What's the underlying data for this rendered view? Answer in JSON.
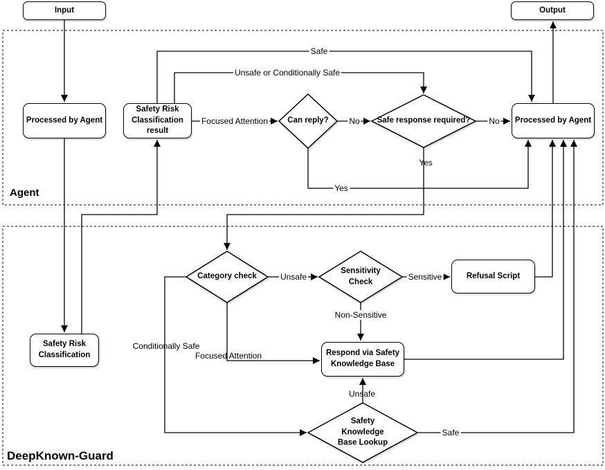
{
  "diagram": {
    "containers": {
      "agent": {
        "label": "Agent"
      },
      "guard": {
        "label": "DeepKnown-Guard"
      }
    },
    "nodes": {
      "input": {
        "label": "Input"
      },
      "output": {
        "label": "Output"
      },
      "pba_left": {
        "label": "Processed by Agent"
      },
      "src_result": {
        "label": "Safety Risk\nClassification result"
      },
      "pba_right": {
        "label": "Processed by Agent"
      },
      "src": {
        "label": "Safety Risk\nClassification"
      },
      "refusal": {
        "label": "Refusal Script"
      },
      "respond": {
        "label": "Respond via Safety\nKnowledge Base"
      },
      "can_reply": {
        "label": "Can reply?"
      },
      "safe_response": {
        "label": "Safe response required?"
      },
      "category": {
        "label": "Category check"
      },
      "sensitivity": {
        "label": "Sensitivity\nCheck"
      },
      "kb_lookup": {
        "label": "Safety\nKnowledge\nBase Lookup"
      }
    },
    "edge_labels": {
      "safe_top": "Safe",
      "unsafe_or_conditionally_safe": "Unsafe or Conditionally Safe",
      "focused_attention_top": "Focused Attention",
      "no_can_reply": "No",
      "no_safe_response": "No",
      "yes_can_reply": "Yes",
      "yes_safe_response": "Yes",
      "unsafe_category": "Unsafe",
      "sensitive": "Sensitive",
      "non_sensitive": "Non-Sensitive",
      "conditionally_safe": "Conditionally Safe",
      "focused_attention_bottom": "Focused Attention",
      "unsafe_lookup": "Unsafe",
      "safe_lookup": "Safe"
    },
    "colors": {
      "stroke": "#000000",
      "node_fill": "#ffffff",
      "background": "#ffffff"
    }
  }
}
